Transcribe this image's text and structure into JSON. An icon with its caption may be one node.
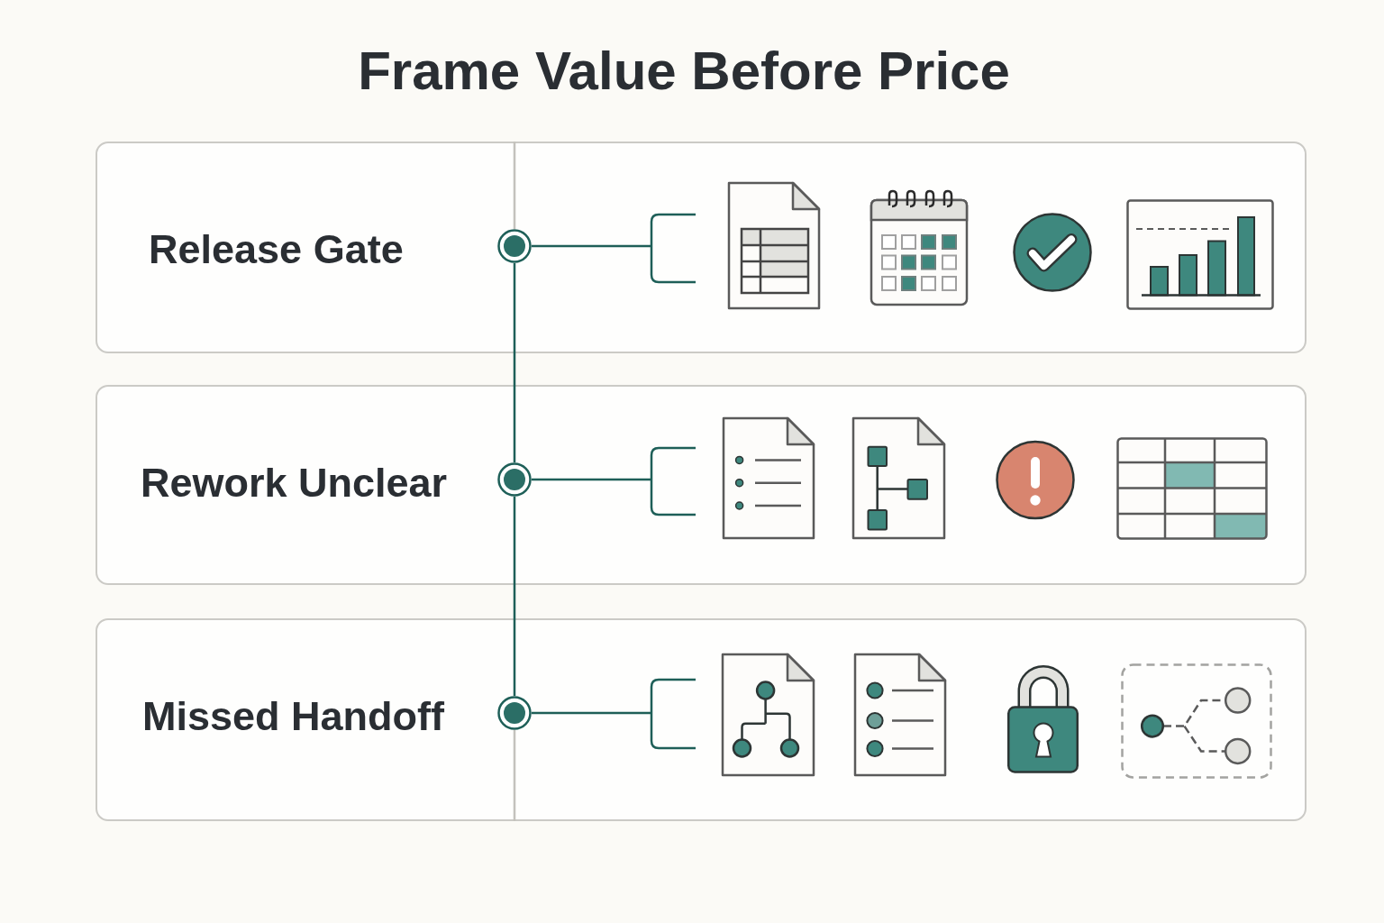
{
  "diagram": {
    "title": "Frame Value Before Price",
    "nodes": [
      {
        "text": [
          "Release Gate"
        ]
      },
      {
        "text": [],
        "shape": "circle",
        "in": 0
      },
      {
        "text": [],
        "shape": "picture",
        "in": 0
      },
      {
        "text": [],
        "shape": "picture",
        "in": 0
      },
      {
        "text": [],
        "shape": "picture",
        "in": 0
      },
      {
        "text": [],
        "shape": "picture",
        "in": 0
      },
      {
        "text": [
          "Rework Unclear"
        ]
      },
      {
        "text": [],
        "shape": "circle",
        "in": 6
      },
      {
        "text": [],
        "shape": "picture",
        "in": 6
      },
      {
        "text": [],
        "shape": "picture",
        "in": 6
      },
      {
        "text": [],
        "shape": "picture",
        "in": 6
      },
      {
        "text": [],
        "shape": "picture",
        "in": 6
      },
      {
        "text": [
          "Missed Handoff"
        ]
      },
      {
        "text": [],
        "shape": "circle",
        "in": 12
      },
      {
        "text": [],
        "shape": "picture",
        "in": 12
      },
      {
        "text": [],
        "shape": "picture",
        "in": 12
      },
      {
        "text": [],
        "shape": "picture",
        "in": 12
      },
      {
        "text": [],
        "shape": "picture",
        "in": 12
      }
    ],
    "edges": [
      {
        "from": 1,
        "to": 7,
        "arrow": "none"
      },
      {
        "from": 7,
        "to": 13,
        "arrow": "none"
      }
    ]
  }
}
